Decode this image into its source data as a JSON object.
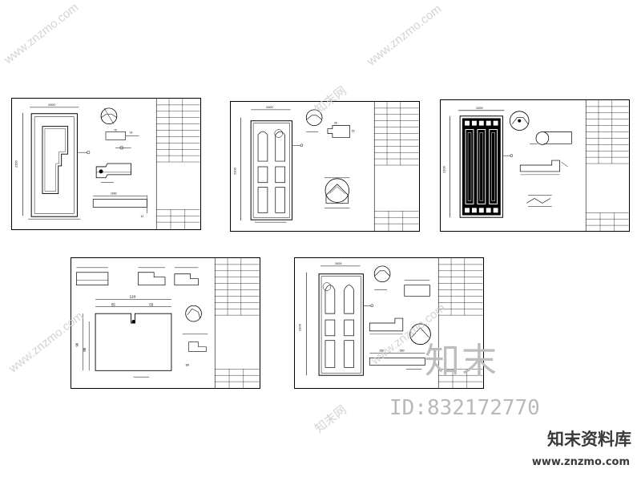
{
  "watermark": {
    "url": "www.znzmo.com",
    "brand_cn": "知末网",
    "big_text": "知末",
    "id_text": "ID:832172770"
  },
  "brand": {
    "name": "知末资料库",
    "url": "www.znzmo.com"
  },
  "sheets": [
    {
      "id": "sheet-1",
      "dims": {
        "top_width": "1000",
        "height_total": "2150",
        "profile_a": "75",
        "profile_b": "14",
        "profile_c": "2000",
        "profile_d": "12"
      }
    },
    {
      "id": "sheet-2",
      "dims": {
        "top_width": "1000",
        "height_total": "2100",
        "profile_a": "26",
        "profile_b": "15"
      }
    },
    {
      "id": "sheet-3",
      "dims": {
        "top_width": "1000",
        "height_total": "2100"
      }
    },
    {
      "id": "sheet-4",
      "dims": {
        "width_110": "110",
        "left_55": "55",
        "right_55": "55",
        "left_90": "90",
        "inner_80": "80"
      }
    },
    {
      "id": "sheet-5",
      "dims": {
        "top_width": "1000",
        "height_total": "2100",
        "profile_150": "150",
        "profile_500": "500"
      }
    }
  ],
  "colors": {
    "line": "#000000",
    "watermark": "#c8c8c8",
    "brand": "#3a3a3a"
  }
}
